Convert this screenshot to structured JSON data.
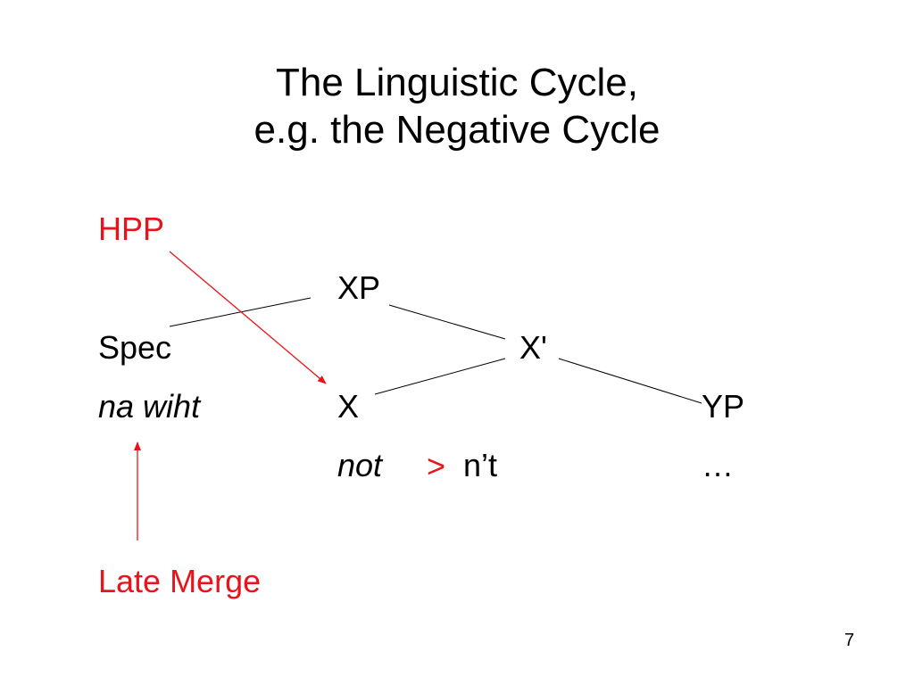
{
  "slide": {
    "title_line1": "The Linguistic Cycle,",
    "title_line2": "e.g. the Negative Cycle",
    "page_number": "7"
  },
  "labels": {
    "hpp": "HPP",
    "xp": "XP",
    "spec": "Spec",
    "xbar": "X'",
    "na_wiht": "na wiht",
    "x": "X",
    "yp": "YP",
    "not": "not",
    "gt": ">",
    "nt": "n’t",
    "ellipsis": "…",
    "late_merge": "Late Merge"
  },
  "colors": {
    "accent": "#e8141b",
    "text": "#000000",
    "background": "#ffffff"
  }
}
